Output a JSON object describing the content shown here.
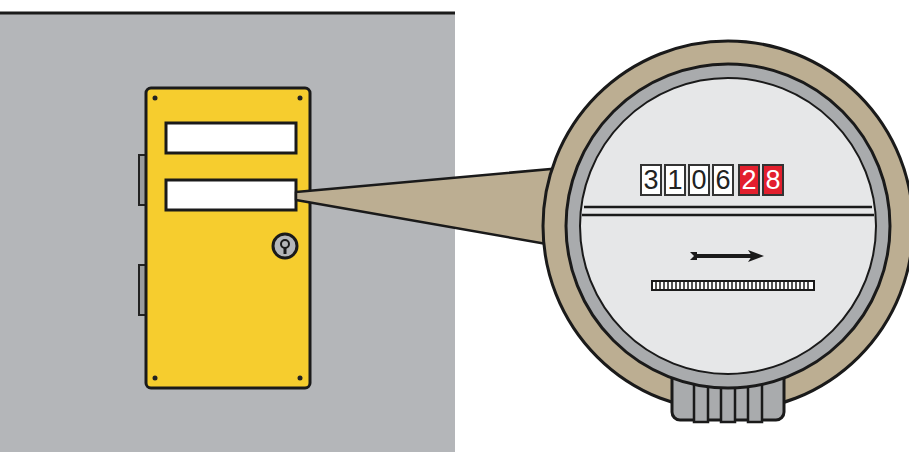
{
  "diagram": {
    "labels": [
      "3",
      "1",
      "0",
      "6",
      "2",
      "8"
    ]
  }
}
